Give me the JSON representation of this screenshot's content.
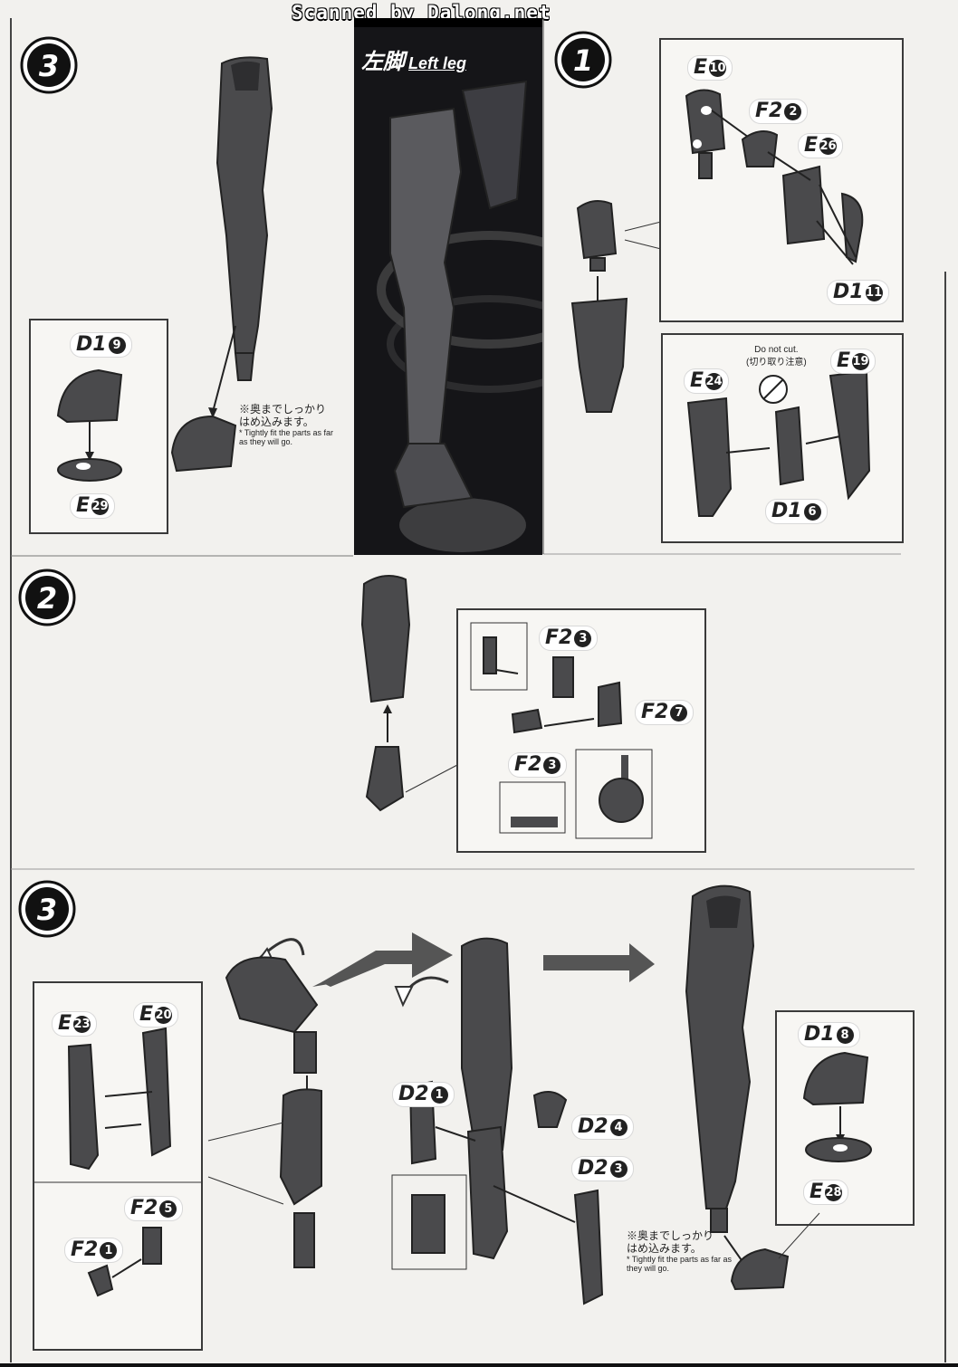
{
  "watermark": "Scanned by Dalong.net",
  "hero": {
    "title_jp": "左脚",
    "title_en": "Left leg"
  },
  "steps": {
    "step3_top": "3",
    "step1": "1",
    "step2": "2",
    "step3": "3"
  },
  "parts": {
    "d1_9": {
      "code": "D1",
      "num": "9"
    },
    "e_29": {
      "code": "E",
      "num": "29"
    },
    "e_10": {
      "code": "E",
      "num": "10"
    },
    "f2_2": {
      "code": "F2",
      "num": "2"
    },
    "e_26": {
      "code": "E",
      "num": "26"
    },
    "d1_11": {
      "code": "D1",
      "num": "11"
    },
    "e_24": {
      "code": "E",
      "num": "24"
    },
    "e_19": {
      "code": "E",
      "num": "19"
    },
    "d1_6": {
      "code": "D1",
      "num": "6"
    },
    "f2_3a": {
      "code": "F2",
      "num": "3"
    },
    "f2_7": {
      "code": "F2",
      "num": "7"
    },
    "f2_3b": {
      "code": "F2",
      "num": "3"
    },
    "e_23": {
      "code": "E",
      "num": "23"
    },
    "e_20": {
      "code": "E",
      "num": "20"
    },
    "f2_5": {
      "code": "F2",
      "num": "5"
    },
    "f2_1": {
      "code": "F2",
      "num": "1"
    },
    "d2_1": {
      "code": "D2",
      "num": "1"
    },
    "d2_4": {
      "code": "D2",
      "num": "4"
    },
    "d2_3": {
      "code": "D2",
      "num": "3"
    },
    "d1_8": {
      "code": "D1",
      "num": "8"
    },
    "e_28": {
      "code": "E",
      "num": "28"
    }
  },
  "notes": {
    "fit_jp_line1": "※奥までしっかり",
    "fit_jp_line2": "はめ込みます。",
    "fit_en": "* Tightly fit the parts as far as they will go.",
    "donotcut_en": "Do not cut.",
    "donotcut_jp": "(切り取り注意)"
  },
  "colors": {
    "part": "#4a4a4c",
    "line": "#333333",
    "hero_bg": "#151518"
  }
}
